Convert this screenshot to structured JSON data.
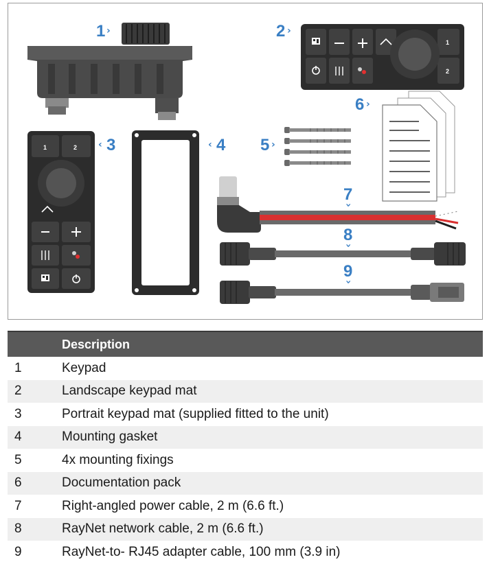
{
  "figure": {
    "callouts": [
      {
        "label": "1"
      },
      {
        "label": "2"
      },
      {
        "label": "3"
      },
      {
        "label": "4"
      },
      {
        "label": "5"
      },
      {
        "label": "6"
      },
      {
        "label": "7"
      },
      {
        "label": "8"
      },
      {
        "label": "9"
      }
    ],
    "key_labels": {
      "one": "1",
      "two": "2"
    }
  },
  "table": {
    "headers": {
      "item": "",
      "description": "Description"
    },
    "rows": [
      {
        "item": "1",
        "description": "Keypad"
      },
      {
        "item": "2",
        "description": "Landscape keypad mat"
      },
      {
        "item": "3",
        "description": "Portrait keypad mat (supplied fitted to the unit)"
      },
      {
        "item": "4",
        "description": "Mounting gasket"
      },
      {
        "item": "5",
        "description": "4x mounting fixings"
      },
      {
        "item": "6",
        "description": "Documentation pack"
      },
      {
        "item": "7",
        "description": "Right-angled power cable, 2 m (6.6 ft.)"
      },
      {
        "item": "8",
        "description": "RayNet network cable, 2 m (6.6 ft.)"
      },
      {
        "item": "9",
        "description": "RayNet-to- RJ45 adapter cable, 100 mm (3.9 in)"
      }
    ]
  }
}
